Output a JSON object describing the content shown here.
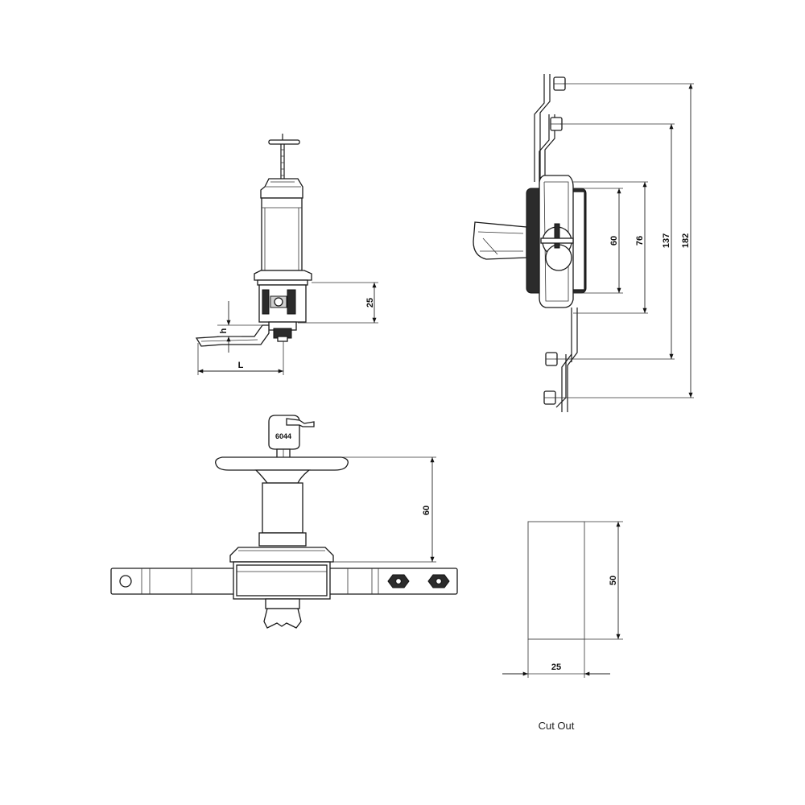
{
  "dimensions": {
    "side_height": "25",
    "offset_h": "h",
    "length_L": "L",
    "front_60": "60",
    "front_76": "76",
    "front_137": "137",
    "front_182": "182",
    "handle_60": "60",
    "cutout_height": "50",
    "cutout_width": "25"
  },
  "key_number": "6044",
  "cutout_caption": "Cut Out"
}
